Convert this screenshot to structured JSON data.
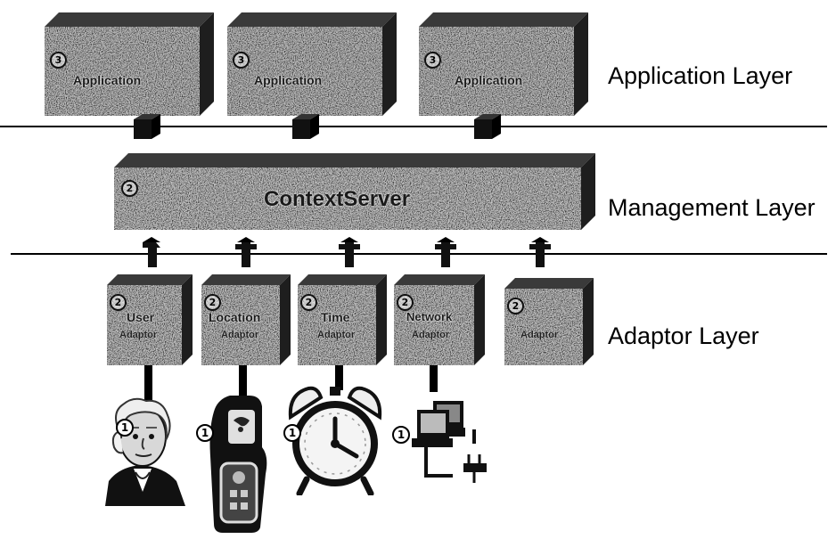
{
  "layers": {
    "application": "Application Layer",
    "management": "Management Layer",
    "adaptor": "Adaptor Layer"
  },
  "applications": [
    {
      "num": "3",
      "title": "Application"
    },
    {
      "num": "3",
      "title": "Application"
    },
    {
      "num": "3",
      "title": "Application"
    }
  ],
  "server": {
    "num": "2",
    "title": "ContextServer"
  },
  "adaptors": [
    {
      "num": "2",
      "title": "User",
      "sub": "Adaptor"
    },
    {
      "num": "2",
      "title": "Location",
      "sub": "Adaptor"
    },
    {
      "num": "2",
      "title": "Time",
      "sub": "Adaptor"
    },
    {
      "num": "2",
      "title": "Network",
      "sub": "Adaptor"
    },
    {
      "num": "2",
      "title": "",
      "sub": "Adaptor"
    }
  ],
  "devices": [
    {
      "num": "1",
      "icon": "person-portrait-icon"
    },
    {
      "num": "1",
      "icon": "gps-device-icon"
    },
    {
      "num": "1",
      "icon": "alarm-clock-icon"
    },
    {
      "num": "1",
      "icon": "network-computer-icon"
    }
  ],
  "colors": {
    "box_face": "#bdbdbd",
    "box_top": "#3a3a3a",
    "box_side": "#1e1e1e",
    "line": "#000000"
  }
}
